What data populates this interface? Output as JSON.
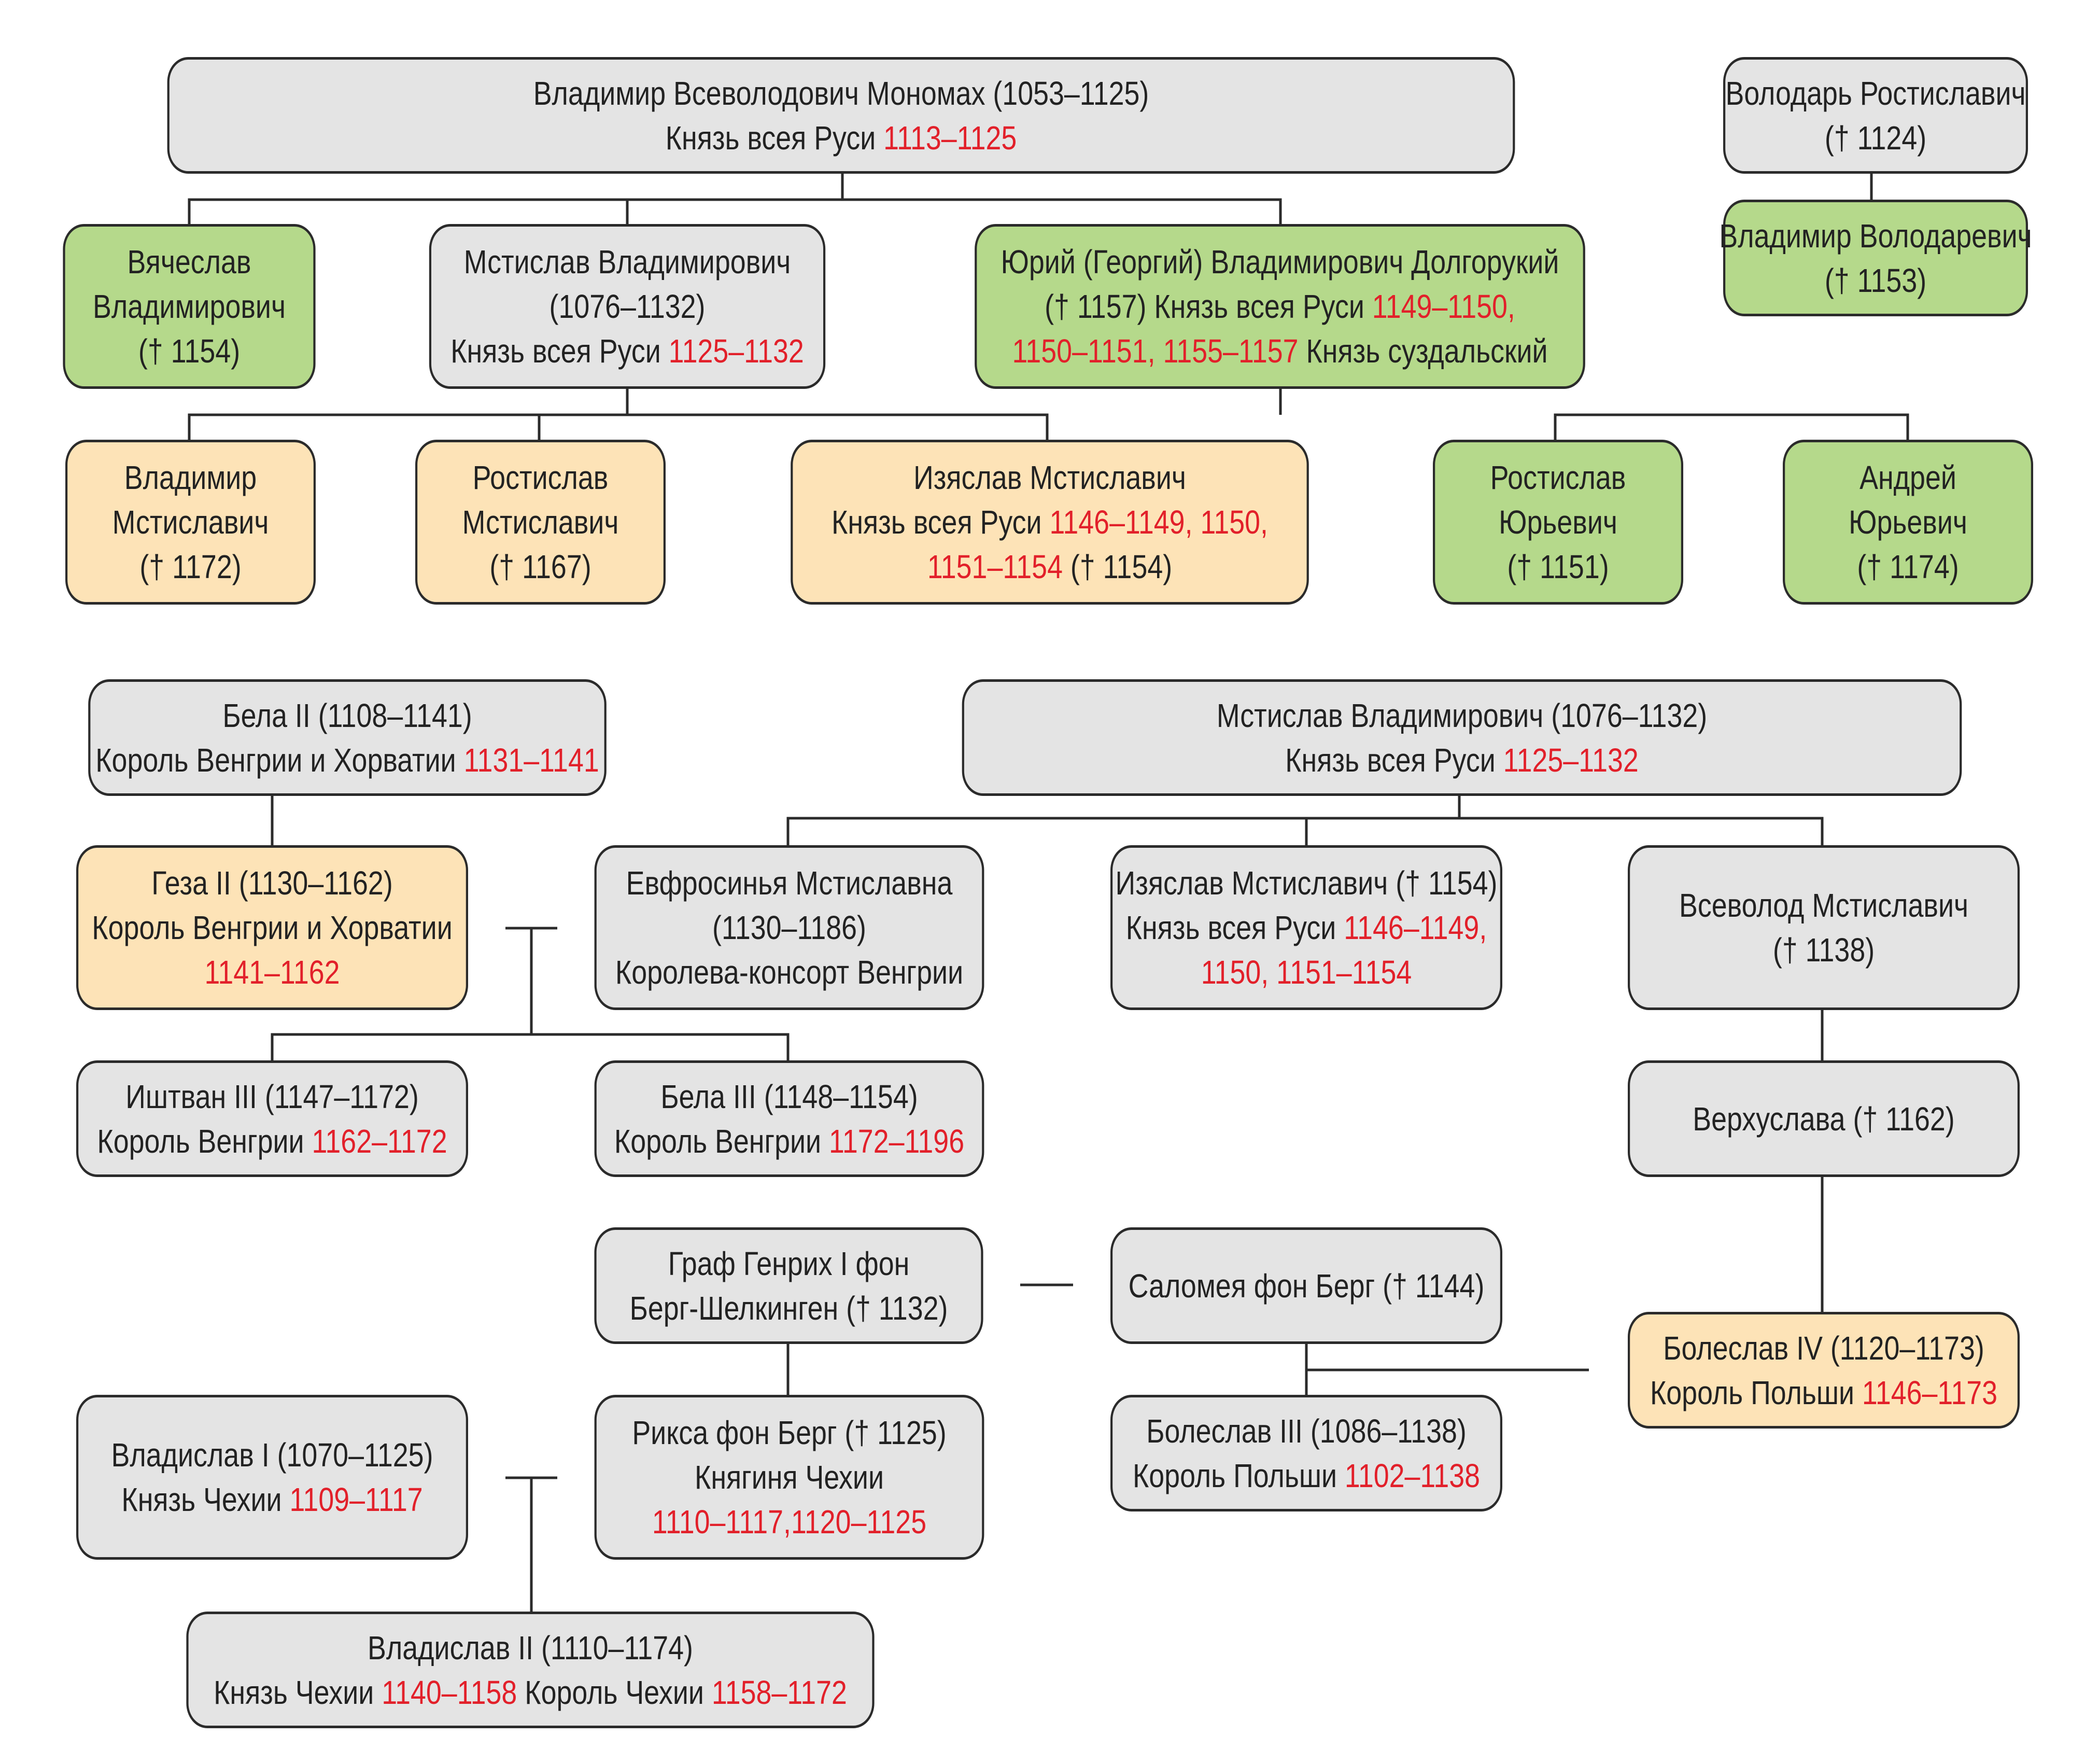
{
  "colors": {
    "gray": "#e4e4e4",
    "green": "#b5d98b",
    "orange": "#fde3b7",
    "red": "#e2202a",
    "line": "#2b2b2b"
  },
  "nodes": {
    "monomakh": {
      "lines": [
        [
          {
            "t": "Владимир Всеволодович Мономах (1053–1125)"
          }
        ],
        [
          {
            "t": "Князь всея Руси "
          },
          {
            "t": "1113–1125",
            "r": 1
          }
        ]
      ]
    },
    "volodar": {
      "lines": [
        [
          {
            "t": "Володарь Ростиславич"
          }
        ],
        [
          {
            "t": "(† 1124)"
          }
        ]
      ]
    },
    "vladimir_volodarevich": {
      "lines": [
        [
          {
            "t": "Владимир Володаревич"
          }
        ],
        [
          {
            "t": "(† 1153)"
          }
        ]
      ]
    },
    "vyacheslav": {
      "lines": [
        [
          {
            "t": "Вячеслав"
          }
        ],
        [
          {
            "t": "Владимирович"
          }
        ],
        [
          {
            "t": "(† 1154)"
          }
        ]
      ]
    },
    "mstislav_top": {
      "lines": [
        [
          {
            "t": "Мстислав Владимирович"
          }
        ],
        [
          {
            "t": "(1076–1132)"
          }
        ],
        [
          {
            "t": "Князь всея Руси "
          },
          {
            "t": "1125–1132",
            "r": 1
          }
        ]
      ]
    },
    "yuri": {
      "lines": [
        [
          {
            "t": "Юрий (Георгий) Владимирович Долгорукий"
          }
        ],
        [
          {
            "t": "(† 1157) Князь всея Руси "
          },
          {
            "t": "1149–1150,",
            "r": 1
          }
        ],
        [
          {
            "t": "1150–1151, 1155–1157",
            "r": 1
          },
          {
            "t": " Князь суздальский"
          }
        ]
      ]
    },
    "vladimir_mst": {
      "lines": [
        [
          {
            "t": "Владимир"
          }
        ],
        [
          {
            "t": "Мстиславич"
          }
        ],
        [
          {
            "t": "(† 1172)"
          }
        ]
      ]
    },
    "rostislav_mst": {
      "lines": [
        [
          {
            "t": "Ростислав"
          }
        ],
        [
          {
            "t": "Мстиславич"
          }
        ],
        [
          {
            "t": "(† 1167)"
          }
        ]
      ]
    },
    "izyaslav_top": {
      "lines": [
        [
          {
            "t": "Изяслав Мстиславич"
          }
        ],
        [
          {
            "t": "Князь всея Руси "
          },
          {
            "t": "1146–1149, 1150,",
            "r": 1
          }
        ],
        [
          {
            "t": "1151–1154",
            "r": 1
          },
          {
            "t": " († 1154)"
          }
        ]
      ]
    },
    "rostislav_yur": {
      "lines": [
        [
          {
            "t": "Ростислав"
          }
        ],
        [
          {
            "t": "Юрьевич"
          }
        ],
        [
          {
            "t": "(† 1151)"
          }
        ]
      ]
    },
    "andrey": {
      "lines": [
        [
          {
            "t": "Андрей"
          }
        ],
        [
          {
            "t": "Юрьевич"
          }
        ],
        [
          {
            "t": "(† 1174)"
          }
        ]
      ]
    },
    "bela2": {
      "lines": [
        [
          {
            "t": "Бела II (1108–1141)"
          }
        ],
        [
          {
            "t": "Король Венгрии и Хорватии "
          },
          {
            "t": "1131–1141",
            "r": 1
          }
        ]
      ]
    },
    "mstislav_mid": {
      "lines": [
        [
          {
            "t": "Мстислав Владимирович (1076–1132)"
          }
        ],
        [
          {
            "t": "Князь всея Руси "
          },
          {
            "t": "1125–1132",
            "r": 1
          }
        ]
      ]
    },
    "geza": {
      "lines": [
        [
          {
            "t": "Геза II (1130–1162)"
          }
        ],
        [
          {
            "t": "Король Венгрии и Хорватии"
          }
        ],
        [
          {
            "t": "1141–1162",
            "r": 1
          }
        ]
      ]
    },
    "evfrosinya": {
      "lines": [
        [
          {
            "t": "Евфросинья Мстиславна"
          }
        ],
        [
          {
            "t": "(1130–1186)"
          }
        ],
        [
          {
            "t": "Королева-консорт Венгрии"
          }
        ]
      ]
    },
    "izyaslav_mid": {
      "lines": [
        [
          {
            "t": "Изяслав Мстиславич († 1154)"
          }
        ],
        [
          {
            "t": "Князь всея Руси "
          },
          {
            "t": "1146–1149,",
            "r": 1
          }
        ],
        [
          {
            "t": "1150, 1151–1154",
            "r": 1
          }
        ]
      ]
    },
    "vsevolod": {
      "lines": [
        [
          {
            "t": "Всеволод Мстиславич"
          }
        ],
        [
          {
            "t": "(† 1138)"
          }
        ]
      ]
    },
    "istvan": {
      "lines": [
        [
          {
            "t": "Иштван III (1147–1172)"
          }
        ],
        [
          {
            "t": "Король Венгрии "
          },
          {
            "t": "1162–1172",
            "r": 1
          }
        ]
      ]
    },
    "bela3": {
      "lines": [
        [
          {
            "t": "Бела III (1148–1154)"
          }
        ],
        [
          {
            "t": "Король Венгрии "
          },
          {
            "t": "1172–1196",
            "r": 1
          }
        ]
      ]
    },
    "verkhuslava": {
      "lines": [
        [
          {
            "t": "Верхуслава († 1162)"
          }
        ]
      ]
    },
    "genrikh": {
      "lines": [
        [
          {
            "t": "Граф Генрих I фон"
          }
        ],
        [
          {
            "t": "Берг-Шелкинген († 1132)"
          }
        ]
      ]
    },
    "salomeya": {
      "lines": [
        [
          {
            "t": "Саломея фон Берг († 1144)"
          }
        ]
      ]
    },
    "boleslav4": {
      "lines": [
        [
          {
            "t": "Болеслав IV (1120–1173)"
          }
        ],
        [
          {
            "t": "Король Польши "
          },
          {
            "t": "1146–1173",
            "r": 1
          }
        ]
      ]
    },
    "vladislav1": {
      "lines": [
        [
          {
            "t": "Владислав I (1070–1125)"
          }
        ],
        [
          {
            "t": "Князь Чехии "
          },
          {
            "t": "1109–1117",
            "r": 1
          }
        ]
      ]
    },
    "riksa": {
      "lines": [
        [
          {
            "t": "Рикса фон Берг († 1125)"
          }
        ],
        [
          {
            "t": "Княгиня Чехии"
          }
        ],
        [
          {
            "t": "1110–1117,1120–1125",
            "r": 1
          }
        ]
      ]
    },
    "boleslav3": {
      "lines": [
        [
          {
            "t": "Болеслав III (1086–1138)"
          }
        ],
        [
          {
            "t": "Король Польши "
          },
          {
            "t": "1102–1138",
            "r": 1
          }
        ]
      ]
    },
    "vladislav2": {
      "lines": [
        [
          {
            "t": "Владислав II (1110–1174)"
          }
        ],
        [
          {
            "t": "Князь Чехии "
          },
          {
            "t": "1140–1158",
            "r": 1
          },
          {
            "t": " Король Чехии "
          },
          {
            "t": "1158–1172",
            "r": 1
          }
        ]
      ]
    }
  }
}
